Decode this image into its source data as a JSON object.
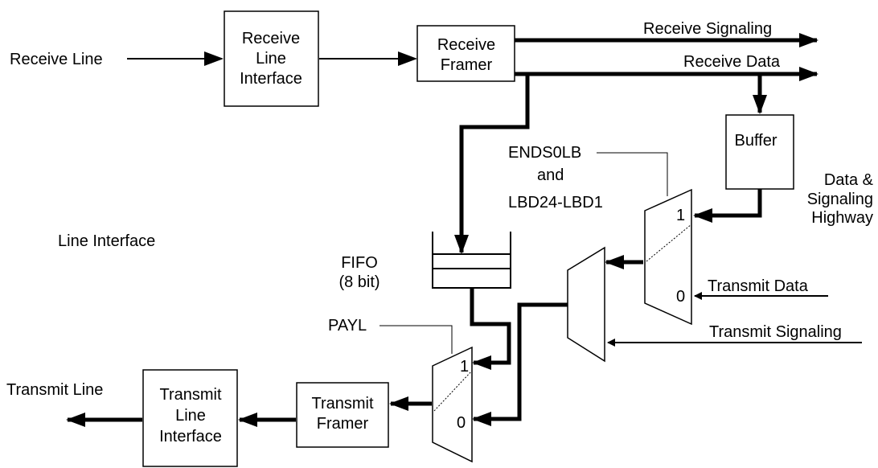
{
  "labels": {
    "receive_line": "Receive Line",
    "rx_line_iface": [
      "Receive",
      "Line",
      "Interface"
    ],
    "rx_framer": [
      "Receive",
      "Framer"
    ],
    "receive_signaling": "Receive Signaling",
    "receive_data": "Receive Data",
    "buffer": "Buffer",
    "highway": [
      "Data &",
      "Signaling",
      "Highway"
    ],
    "endsolb": [
      "ENDS0LB",
      "and",
      "LBD24-LBD1"
    ],
    "line_interface": "Line Interface",
    "fifo": [
      "FIFO",
      "(8 bit)"
    ],
    "mux_one": "1",
    "mux_zero": "0",
    "transmit_data": "Transmit Data",
    "transmit_signaling": "Transmit Signaling",
    "payl": "PAYL",
    "transmit_line": "Transmit Line",
    "tx_line_iface": [
      "Transmit",
      "Line",
      "Interface"
    ],
    "tx_framer": [
      "Transmit",
      "Framer"
    ]
  }
}
